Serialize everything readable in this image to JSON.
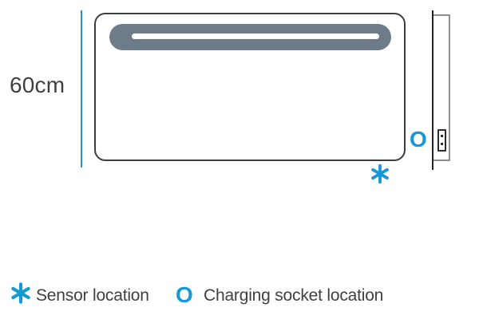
{
  "dimension_label": "60cm",
  "markers": {
    "sensor_symbol": "✱",
    "charging_symbol": "O"
  },
  "legend": {
    "sensor": {
      "label": "Sensor location"
    },
    "charging": {
      "label": "Charging socket location"
    }
  },
  "colors": {
    "accent_blue": "#1598d4",
    "light_bar_gray": "#6e7c8a",
    "outline_dark": "#3b3e41",
    "side_view_gray": "#8d9194",
    "label_text": "#3d4144"
  }
}
